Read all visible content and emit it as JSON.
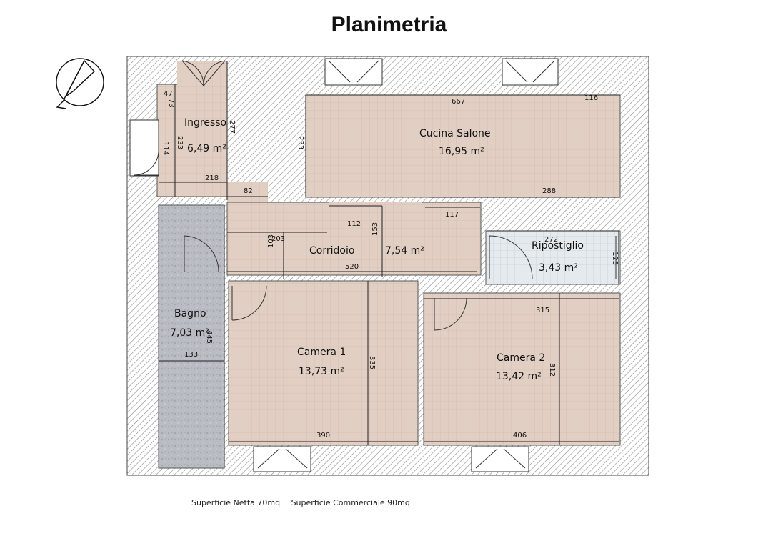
{
  "title": "Planimetria",
  "footer": {
    "net_area": "Superficie Netta 70mq",
    "commercial_area": "Superficie Commerciale 90mq"
  },
  "colors": {
    "wall_hatch": "#8a8a8a",
    "floor_tile": "#e2cfc4",
    "bath_tile": "#b9bcc2",
    "storage_tile": "#d5dde3"
  },
  "rooms": {
    "ingresso": {
      "name": "Ingresso",
      "area": "6,49 m²"
    },
    "cucina": {
      "name": "Cucina Salone",
      "area": "16,95 m²"
    },
    "corridoio": {
      "name": "Corridoio",
      "area": "7,54 m²"
    },
    "ripostiglio": {
      "name": "Ripostiglio",
      "area": "3,43 m²"
    },
    "bagno": {
      "name": "Bagno",
      "area": "7,03 m²"
    },
    "camera1": {
      "name": "Camera 1",
      "area": "13,73 m²"
    },
    "camera2": {
      "name": "Camera 2",
      "area": "13,42 m²"
    }
  },
  "dimensions": {
    "d47": "47",
    "d73": "73",
    "d114": "114",
    "d233a": "233",
    "d277": "277",
    "d218": "218",
    "d82": "82",
    "d233b": "233",
    "d667": "667",
    "d116": "116",
    "d288": "288",
    "d112": "112",
    "d117": "117",
    "d203": "203",
    "d103": "103",
    "d153": "153",
    "d520": "520",
    "d272": "272",
    "d125": "125",
    "d445": "445",
    "d133": "133",
    "d335": "335",
    "d390": "390",
    "d315": "315",
    "d312": "312",
    "d406": "406"
  },
  "icons": {
    "north": "north-arrow-icon"
  }
}
